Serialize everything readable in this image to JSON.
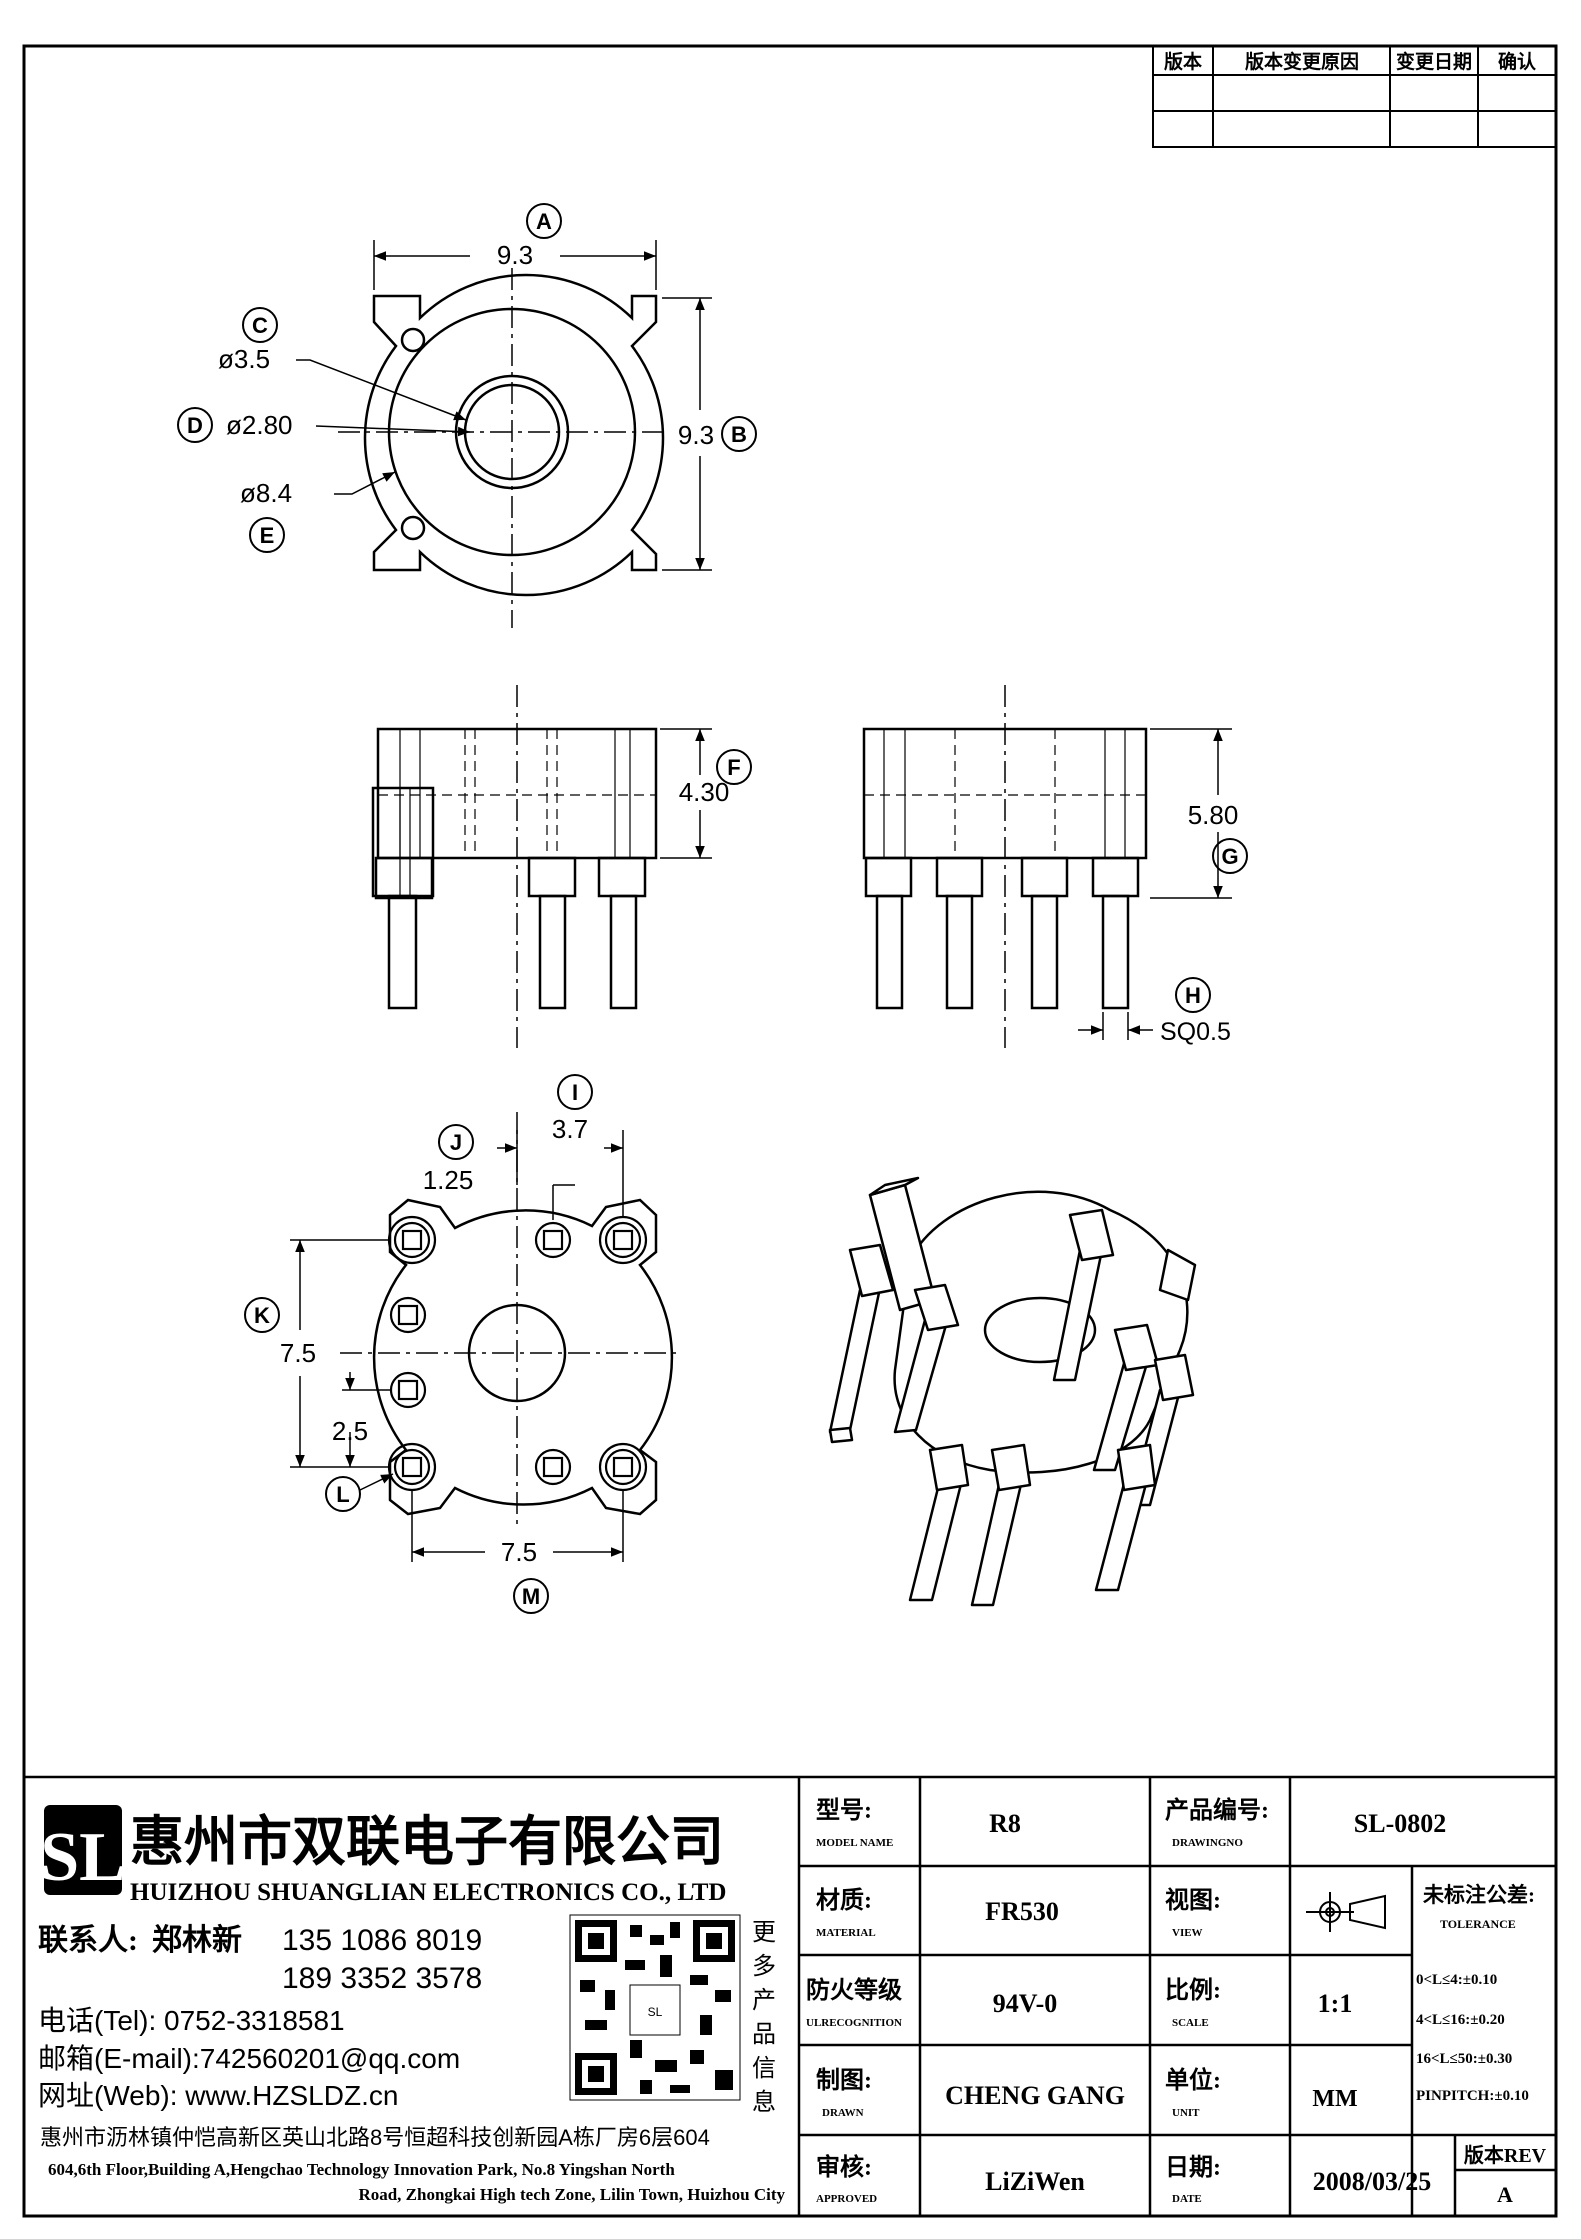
{
  "revision_table": {
    "headers": [
      "版本",
      "版本变更原因",
      "变更日期",
      "确认"
    ]
  },
  "front_view": {
    "balloon_a": "A",
    "width": "9.3",
    "balloon_b": "B",
    "height": "9.3",
    "balloon_c": "C",
    "dia_c": "ø3.5",
    "balloon_d": "D",
    "dia_d": "ø2.80",
    "balloon_e": "E",
    "dia_e": "ø8.4"
  },
  "side_view": {
    "balloon_f": "F",
    "height_f": "4.30",
    "balloon_g": "G",
    "height_g": "5.80",
    "balloon_h": "H",
    "pin": "SQ0.5"
  },
  "bottom_view": {
    "balloon_i": "I",
    "dim_i": "3.7",
    "balloon_j": "J",
    "dim_j": "1.25",
    "balloon_k": "K",
    "dim_k": "7.5",
    "dim_pitch": "2.5",
    "balloon_l": "L",
    "balloon_m": "M",
    "dim_m": "7.5"
  },
  "company": {
    "name_cn": "惠州市双联电子有限公司",
    "name_en": "HUIZHOU SHUANGLIAN ELECTRONICS CO., LTD",
    "contact_label": "联系人:",
    "contact_name": "郑林新",
    "phone1": "135 1086 8019",
    "phone2": "189 3352 3578",
    "tel": "电话(Tel): 0752-3318581",
    "email": "邮箱(E-mail):742560201@qq.com",
    "web": "网址(Web): www.HZSLDZ.cn",
    "qr_caption": [
      "更",
      "多",
      "产",
      "品",
      "信",
      "息"
    ],
    "address_cn": "惠州市沥林镇仲恺高新区英山北路8号恒超科技创新园A栋厂房6层604",
    "address_en1": "604,6th Floor,Building A,Hengchao Technology Innovation Park, No.8 Yingshan North",
    "address_en2": "Road, Zhongkai High tech Zone, Lilin Town, Huizhou City"
  },
  "title_block": {
    "model_label": "型号:",
    "model_label_en": "MODEL NAME",
    "model": "R8",
    "drawing_label": "产品编号:",
    "drawing_label_en": "DRAWINGNO",
    "drawing_no": "SL-0802",
    "material_label": "材质:",
    "material_label_en": "MATERIAL",
    "material": "FR530",
    "view_label": "视图:",
    "view_label_en": "VIEW",
    "tolerance_label": "未标注公差:",
    "tolerance_label_en": "TOLERANCE",
    "tolerances": [
      "0<L≤4:±0.10",
      "4<L≤16:±0.20",
      "16<L≤50:±0.30",
      "PINPITCH:±0.10"
    ],
    "flame_label": "防火等级",
    "flame_label_en": "ULRECOGNITION",
    "flame": "94V-0",
    "scale_label": "比例:",
    "scale_label_en": "SCALE",
    "scale": "1:1",
    "drawn_label": "制图:",
    "drawn_label_en": "DRAWN",
    "drawn": "CHENG GANG",
    "unit_label": "单位:",
    "unit_label_en": "UNIT",
    "unit": "MM",
    "approved_label": "审核:",
    "approved_label_en": "APPROVED",
    "approved": "LiZiWen",
    "date_label": "日期:",
    "date_label_en": "DATE",
    "date": "2008/03/25",
    "rev_label": "版本REV",
    "rev": "A"
  }
}
